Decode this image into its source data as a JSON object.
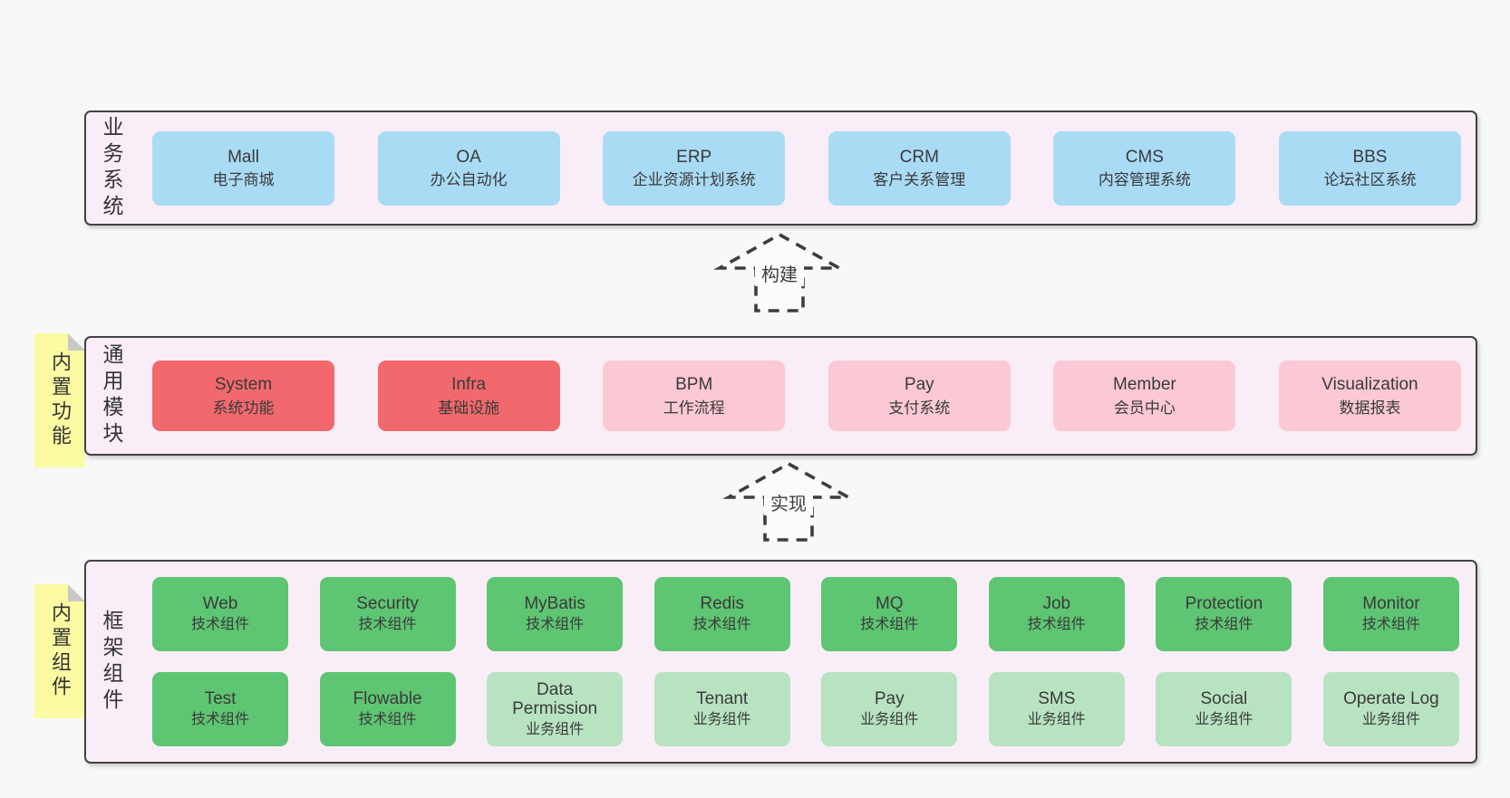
{
  "colors": {
    "page_bg": "#f8f8f8",
    "panel_bg": "#f9eef7",
    "panel_border": "#424242",
    "business_box": "#a9dbf5",
    "core_module_box": "#f1696d",
    "optional_module_box": "#fbc9d3",
    "tech_component_box": "#5ec573",
    "biz_component_box": "#b8e3c1",
    "sticky_note": "#fbfba3",
    "sticky_fold": "#c8c8c8",
    "arrow_stroke": "#3d3d3d"
  },
  "arrows": [
    {
      "label": "构建"
    },
    {
      "label": "实现"
    }
  ],
  "stickies": [
    {
      "text": "内置功能"
    },
    {
      "text": "内置组件"
    }
  ],
  "panels": [
    {
      "label": "业务系统",
      "boxes": [
        {
          "name": "Mall",
          "desc": "电子商城",
          "variant": "blue"
        },
        {
          "name": "OA",
          "desc": "办公自动化",
          "variant": "blue"
        },
        {
          "name": "ERP",
          "desc": "企业资源计划系统",
          "variant": "blue"
        },
        {
          "name": "CRM",
          "desc": "客户关系管理",
          "variant": "blue"
        },
        {
          "name": "CMS",
          "desc": "内容管理系统",
          "variant": "blue"
        },
        {
          "name": "BBS",
          "desc": "论坛社区系统",
          "variant": "blue"
        }
      ]
    },
    {
      "label": "通用模块",
      "boxes": [
        {
          "name": "System",
          "desc": "系统功能",
          "variant": "red"
        },
        {
          "name": "Infra",
          "desc": "基础设施",
          "variant": "red"
        },
        {
          "name": "BPM",
          "desc": "工作流程",
          "variant": "pink"
        },
        {
          "name": "Pay",
          "desc": "支付系统",
          "variant": "pink"
        },
        {
          "name": "Member",
          "desc": "会员中心",
          "variant": "pink"
        },
        {
          "name": "Visualization",
          "desc": "数据报表",
          "variant": "pink"
        }
      ]
    },
    {
      "label": "框架组件",
      "rows": [
        [
          {
            "name": "Web",
            "desc": "技术组件",
            "variant": "green"
          },
          {
            "name": "Security",
            "desc": "技术组件",
            "variant": "green"
          },
          {
            "name": "MyBatis",
            "desc": "技术组件",
            "variant": "green"
          },
          {
            "name": "Redis",
            "desc": "技术组件",
            "variant": "green"
          },
          {
            "name": "MQ",
            "desc": "技术组件",
            "variant": "green"
          },
          {
            "name": "Job",
            "desc": "技术组件",
            "variant": "green"
          },
          {
            "name": "Protection",
            "desc": "技术组件",
            "variant": "green"
          },
          {
            "name": "Monitor",
            "desc": "技术组件",
            "variant": "green"
          }
        ],
        [
          {
            "name": "Test",
            "desc": "技术组件",
            "variant": "green"
          },
          {
            "name": "Flowable",
            "desc": "技术组件",
            "variant": "green"
          },
          {
            "name": "Data Permission",
            "desc": "业务组件",
            "variant": "green-lt"
          },
          {
            "name": "Tenant",
            "desc": "业务组件",
            "variant": "green-lt"
          },
          {
            "name": "Pay",
            "desc": "业务组件",
            "variant": "green-lt"
          },
          {
            "name": "SMS",
            "desc": "业务组件",
            "variant": "green-lt"
          },
          {
            "name": "Social",
            "desc": "业务组件",
            "variant": "green-lt"
          },
          {
            "name": "Operate Log",
            "desc": "业务组件",
            "variant": "green-lt"
          }
        ]
      ]
    }
  ]
}
